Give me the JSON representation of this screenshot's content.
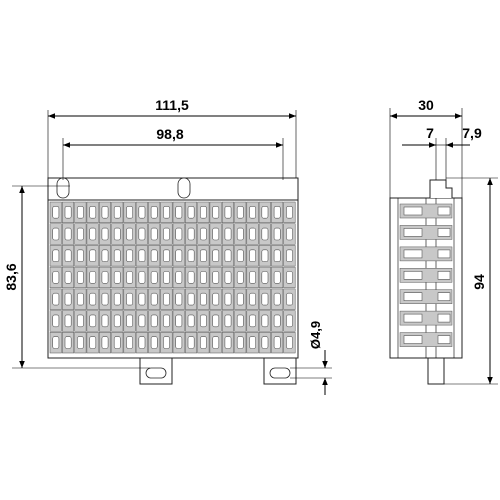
{
  "dimensions": {
    "front_overall_width": "111,5",
    "front_pitch_width": "98,8",
    "front_height": "83,6",
    "hole_diameter": "Ø4,9",
    "side_width": "30",
    "side_offset_a": "7",
    "side_offset_b": "7,9",
    "side_height": "94"
  }
}
